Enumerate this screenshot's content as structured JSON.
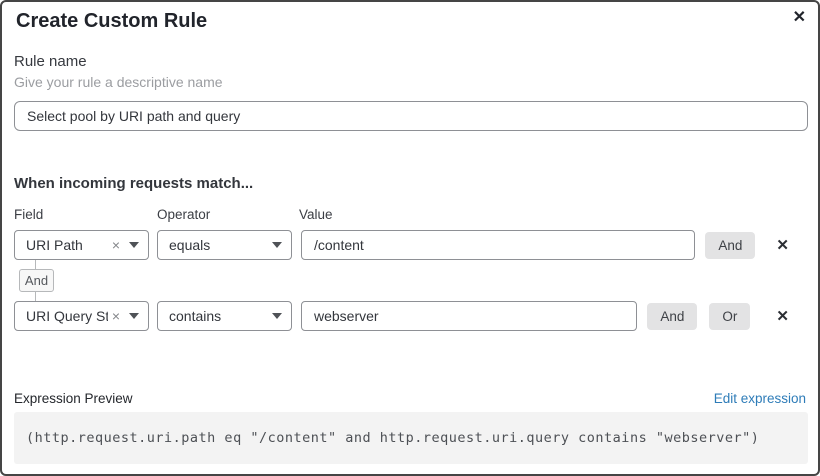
{
  "dialog": {
    "title": "Create Custom Rule"
  },
  "icons": {
    "close": "✕",
    "clear": "×",
    "delete_row": "✕"
  },
  "rule_name": {
    "label": "Rule name",
    "helper": "Give your rule a descriptive name",
    "value": "Select pool by URI path and query"
  },
  "matcher": {
    "heading": "When incoming requests match...",
    "columns": {
      "field": "Field",
      "operator": "Operator",
      "value": "Value"
    },
    "rows": [
      {
        "field": "URI Path",
        "operator": "equals",
        "value": "/content",
        "and_label": "And"
      },
      {
        "field": "URI Query St...",
        "operator": "contains",
        "value": "webserver",
        "and_label": "And",
        "or_label": "Or"
      }
    ],
    "connector": "And"
  },
  "expression": {
    "label": "Expression Preview",
    "edit_link": "Edit expression",
    "code": "(http.request.uri.path eq \"/content\" and http.request.uri.query contains \"webserver\")"
  },
  "colors": {
    "link_blue": "#2e7cb8",
    "button_gray": "#e3e3e4",
    "border_gray": "#8e9095",
    "code_bg": "#f3f3f3"
  }
}
